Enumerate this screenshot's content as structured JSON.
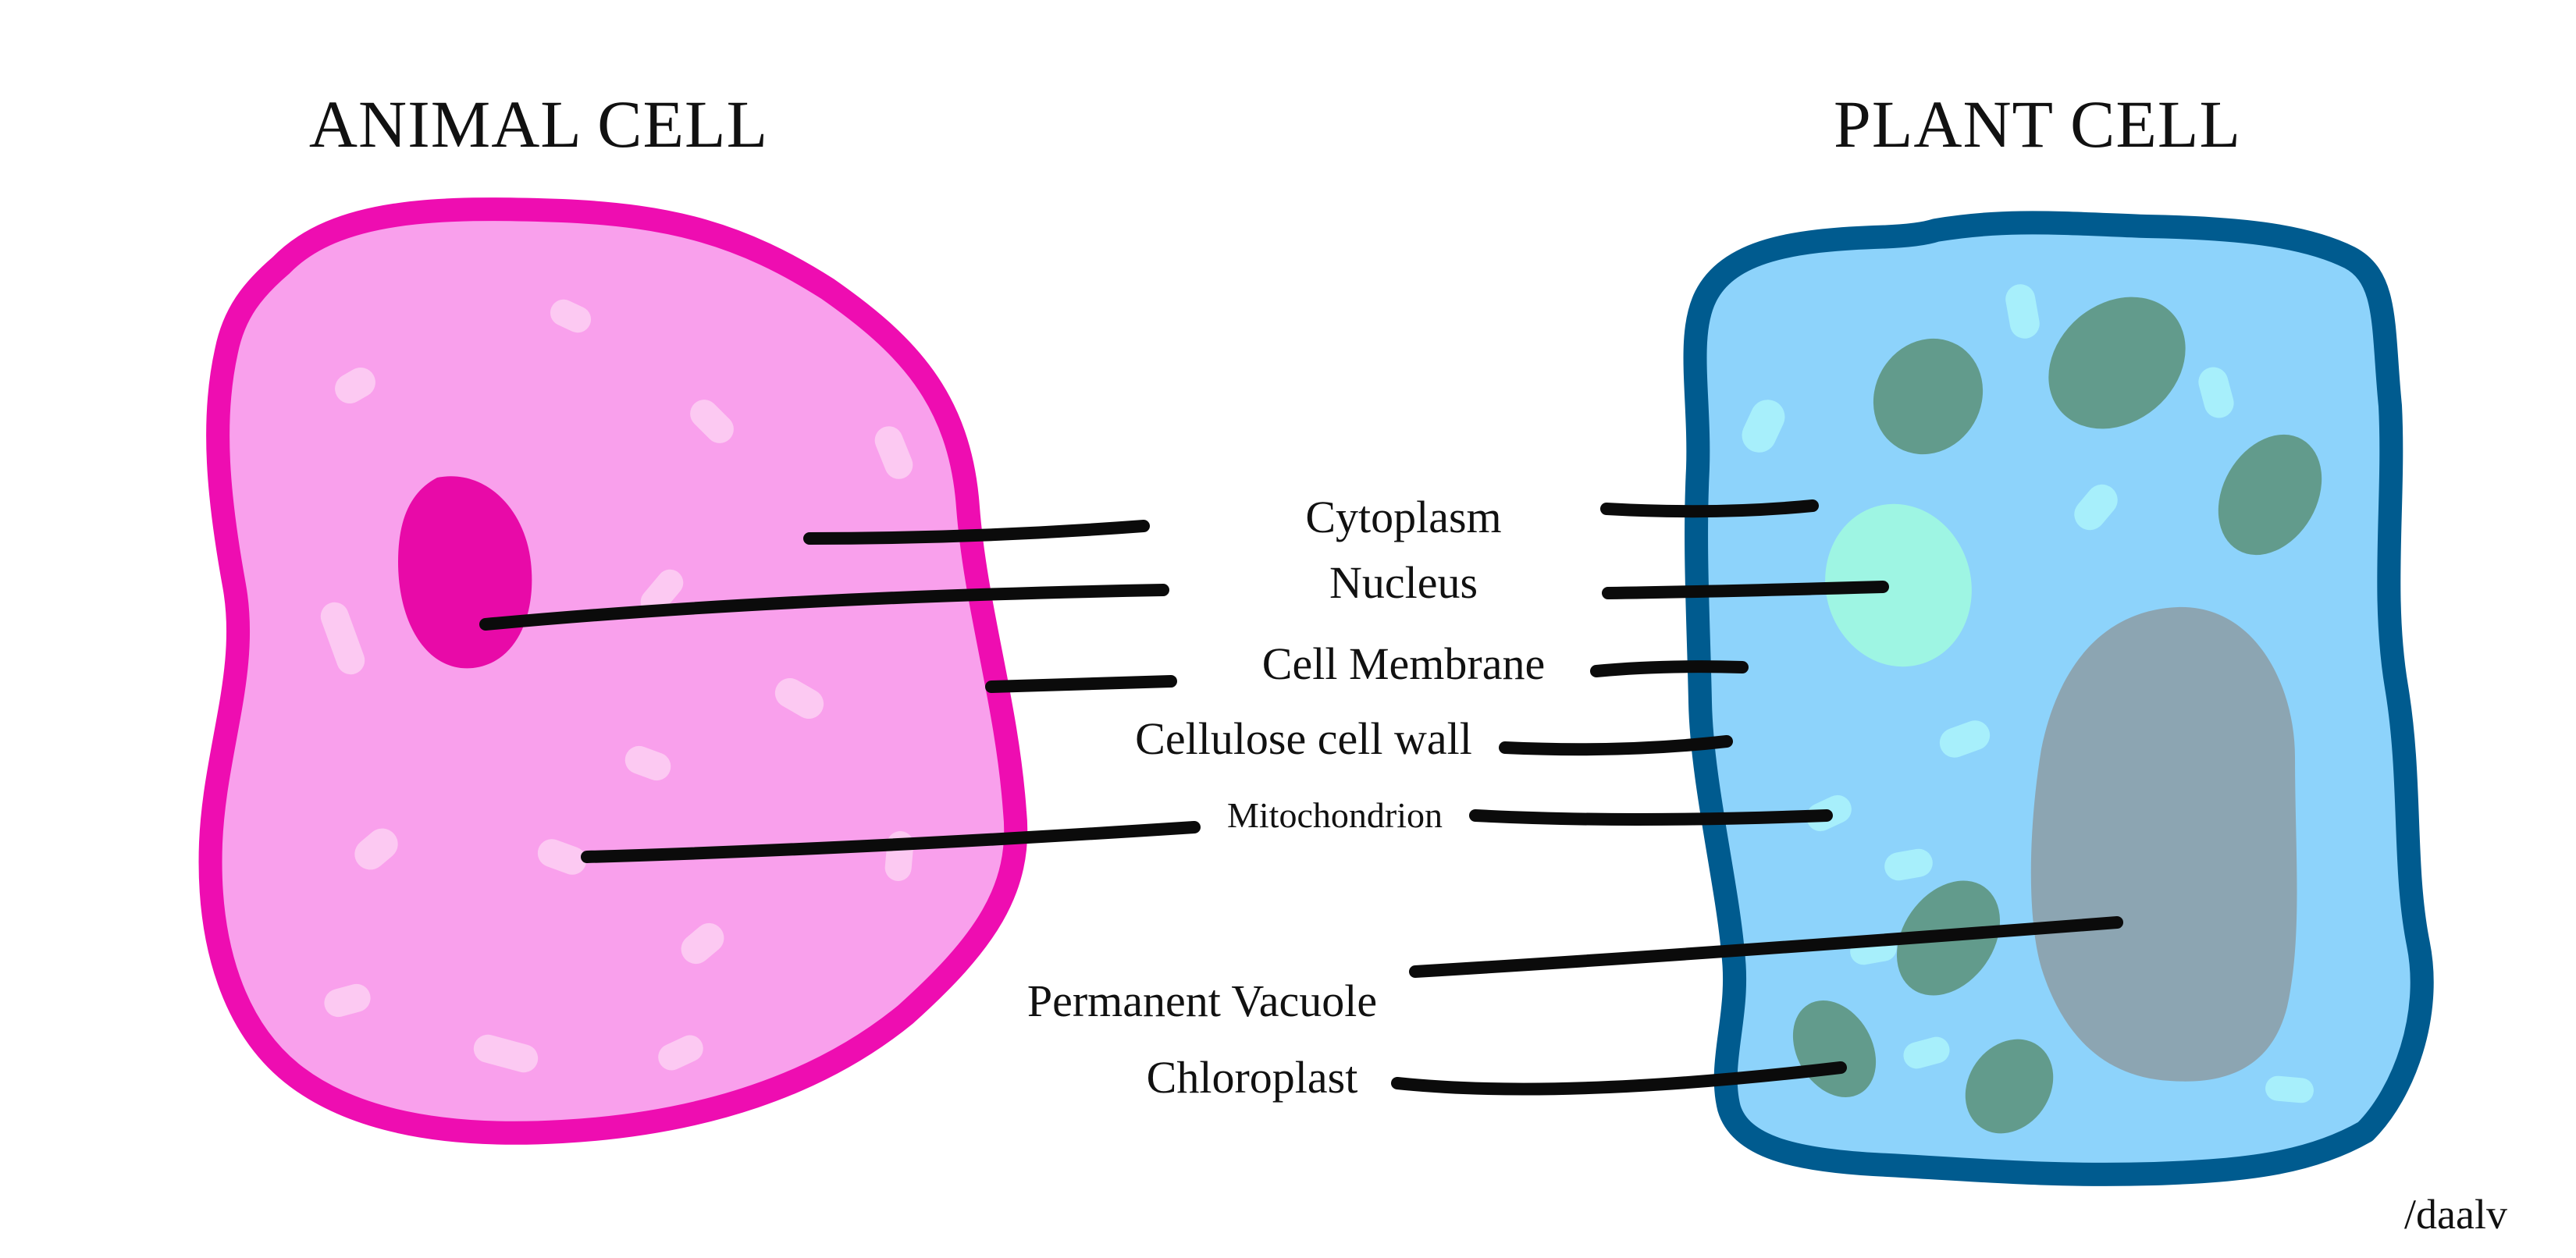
{
  "titles": {
    "animal": "ANIMAL CELL",
    "plant": "PLANT CELL"
  },
  "labels": {
    "cytoplasm": "Cytoplasm",
    "nucleus": "Nucleus",
    "cell_membrane": "Cell Membrane",
    "cellulose_cell_wall": "Cellulose cell wall",
    "mitochondrion": "Mitochondrion",
    "permanent_vacuole": "Permanent Vacuole",
    "chloroplast": "Chloroplast"
  },
  "signature": "/daalv",
  "colors": {
    "animal_membrane": "#ee0db1",
    "animal_cytoplasm": "#f9a0ec",
    "animal_nucleus": "#e80aa8",
    "animal_granules": "#fcc9f2",
    "plant_wall": "#005b8f",
    "plant_cytoplasm": "#8dd3fb",
    "plant_nucleus": "#9ef5e3",
    "plant_vacuole": "#8ca5b2",
    "plant_chloroplast": "#629b8c",
    "plant_granules": "#a7effb",
    "leader_lines": "#0b0b0b"
  }
}
